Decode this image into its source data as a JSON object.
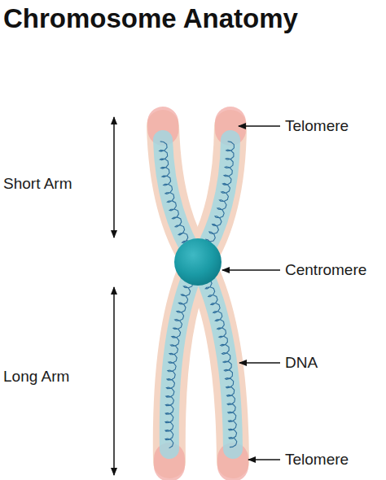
{
  "diagram": {
    "title": "Chromosome Anatomy",
    "labels": [
      "Short Arm",
      "Long Arm",
      "Telomere",
      "Centromere",
      "DNA",
      "Telomere"
    ]
  }
}
